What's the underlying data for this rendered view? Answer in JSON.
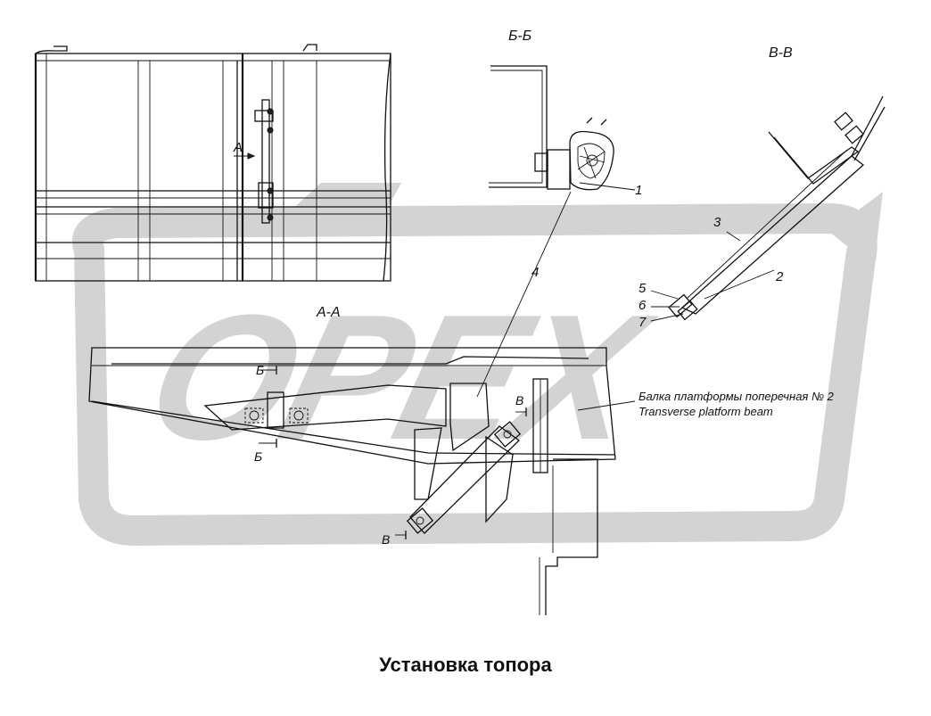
{
  "views": {
    "bb": "Б-Б",
    "vv": "В-В",
    "aa": "А-А"
  },
  "markers": {
    "a": "А",
    "b_top": "Б",
    "b_bottom": "Б",
    "v_right": "В",
    "v_bottom": "В"
  },
  "callouts": [
    "1",
    "2",
    "3",
    "4",
    "5",
    "6",
    "7"
  ],
  "note": {
    "line1": "Балка платформы поперечная № 2",
    "line2": "Transverse platform beam"
  },
  "watermark": {
    "text": "ОРЕХ",
    "color": "#d3d3d3"
  },
  "caption": "Установка топора"
}
